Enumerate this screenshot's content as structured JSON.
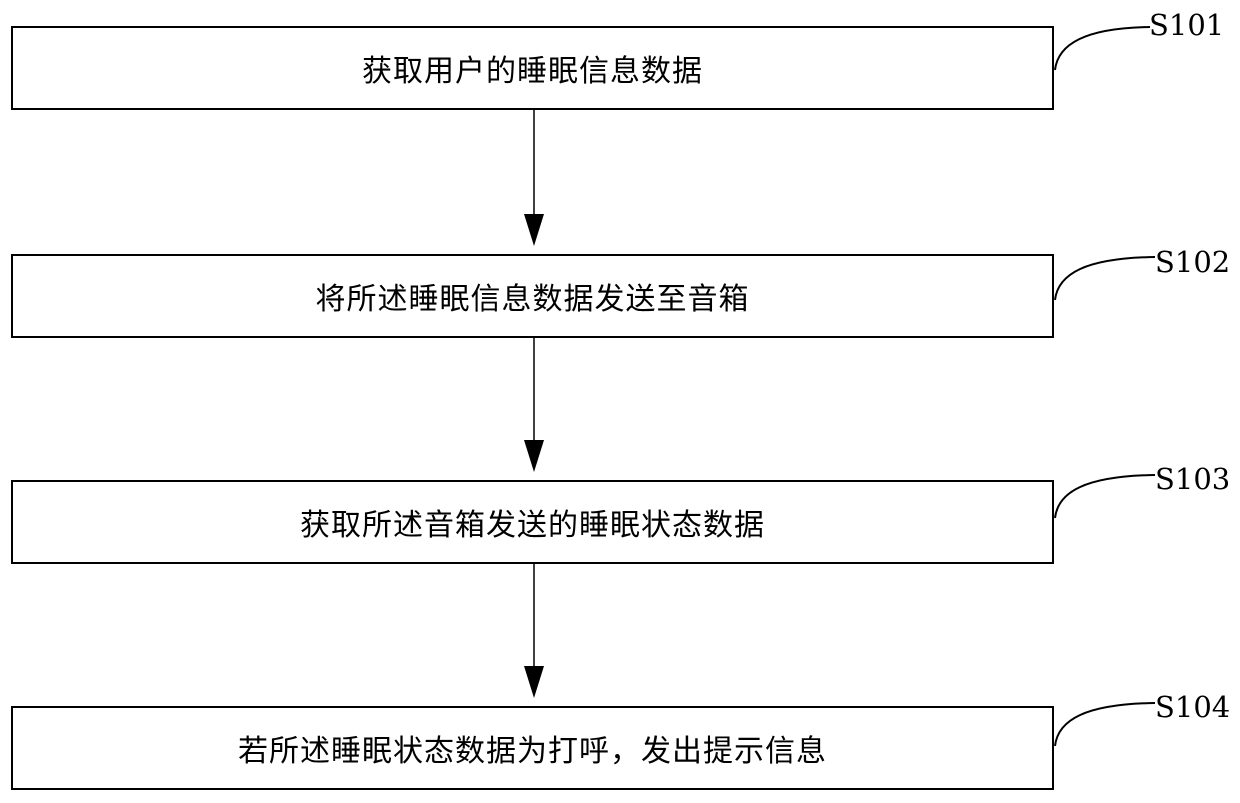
{
  "steps": [
    {
      "id": "S101",
      "text": "获取用户的睡眠信息数据"
    },
    {
      "id": "S102",
      "text": "将所述睡眠信息数据发送至音箱"
    },
    {
      "id": "S103",
      "text": "获取所述音箱发送的睡眠状态数据"
    },
    {
      "id": "S104",
      "text": "若所述睡眠状态数据为打呼，发出提示信息"
    }
  ],
  "colors": {
    "stroke": "#000000",
    "background": "#ffffff"
  }
}
